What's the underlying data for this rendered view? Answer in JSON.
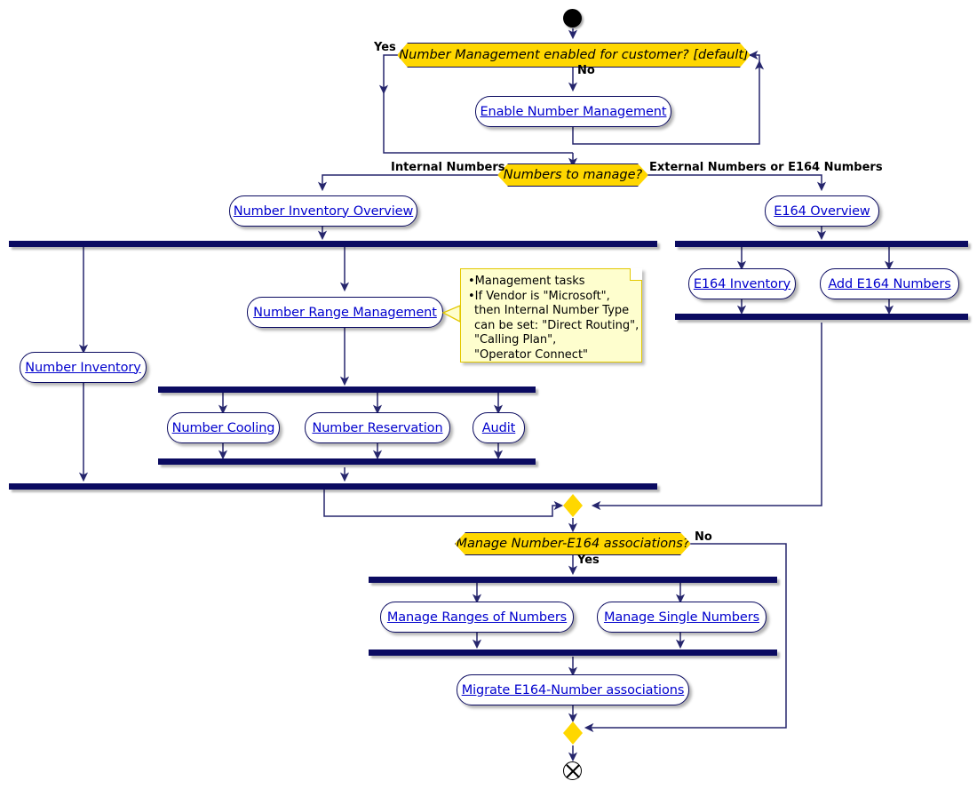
{
  "diagram": {
    "type": "uml-activity-diagram",
    "title": "Number Management activity flow",
    "start_node": "start",
    "end_node": "end"
  },
  "decisions": [
    {
      "id": "d1",
      "label": "Number Management enabled for customer? [default]",
      "branches": [
        "Yes",
        "No"
      ]
    },
    {
      "id": "d2",
      "label": "Numbers to manage?",
      "branches": [
        "Internal Numbers",
        "External Numbers or E164 Numbers"
      ]
    },
    {
      "id": "d3",
      "label": "Manage Number-E164 associations?",
      "branches": [
        "Yes",
        "No"
      ]
    }
  ],
  "activities": {
    "enable_number_management": "Enable Number Management",
    "number_inventory_overview": "Number Inventory Overview",
    "e164_overview": "E164 Overview",
    "e164_inventory": "E164 Inventory",
    "add_e164_numbers": "Add E164 Numbers",
    "number_inventory": "Number Inventory",
    "number_range_management": "Number Range Management",
    "number_cooling": "Number Cooling",
    "number_reservation": "Number Reservation",
    "audit": "Audit",
    "manage_ranges_of_numbers": "Manage Ranges of Numbers",
    "manage_single_numbers": "Manage Single Numbers",
    "migrate_e164_number_associations": "Migrate E164-Number associations"
  },
  "edge_labels": {
    "d1_yes": "Yes",
    "d1_no": "No",
    "d2_internal": "Internal Numbers",
    "d2_external": "External Numbers or E164 Numbers",
    "d3_yes": "Yes",
    "d3_no": "No"
  },
  "note": {
    "lines": [
      {
        "bullet": true,
        "text": "Management tasks"
      },
      {
        "bullet": true,
        "text": "If Vendor is \"Microsoft\","
      },
      {
        "bullet": false,
        "text": "then Internal Number Type"
      },
      {
        "bullet": false,
        "text": "can be set: \"Direct Routing\","
      },
      {
        "bullet": false,
        "text": "\"Calling Plan\","
      },
      {
        "bullet": false,
        "text": "\"Operator Connect\""
      }
    ]
  },
  "colors": {
    "decision_fill": "#FFD700",
    "activity_fill": "#FFFFFF",
    "activity_border": "#0B0B61",
    "activity_text": "#0000CD",
    "note_fill": "#FEFECE",
    "note_border": "#E3C800",
    "bar_fill": "#0B0B61",
    "line": "#26266D"
  }
}
